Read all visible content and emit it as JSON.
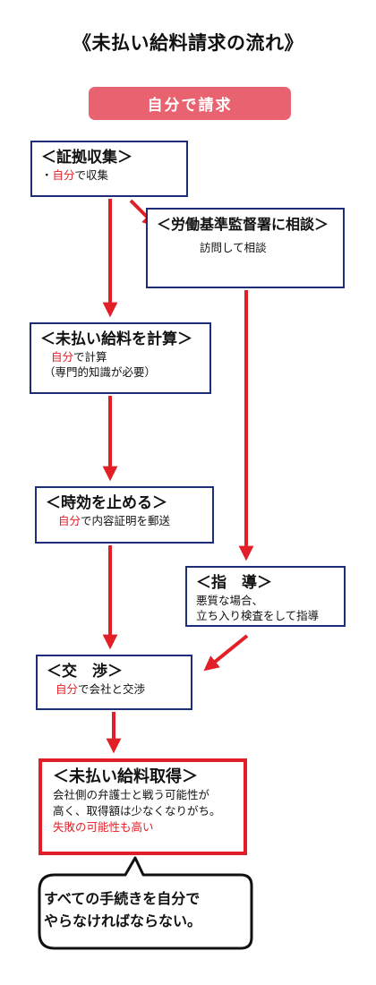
{
  "title": "《未払い給料請求の流れ》",
  "badge": "自分で請求",
  "colors": {
    "accent_red": "#e21f26",
    "badge_pink": "#e8636f",
    "box_border": "#1e2d78"
  },
  "steps": {
    "collect": {
      "heading": "＜証拠収集＞",
      "line1_prefix": "・",
      "line1_red": "自分",
      "line1_rest": "で収集"
    },
    "labor_office": {
      "heading": "＜労働基準監督署に相談＞",
      "line1": "訪問して相談"
    },
    "calculate": {
      "heading": "＜未払い給料を計算＞",
      "line1_red": "自分",
      "line1_rest": "で計算",
      "line2": "（専門的知識が必要）"
    },
    "stop_limitation": {
      "heading": "＜時効を止める＞",
      "line1_red": "自分",
      "line1_rest": "で内容証明を郵送"
    },
    "guidance": {
      "heading": "＜指　導＞",
      "line1": "悪質な場合、",
      "line2": "立ち入り検査をして指導"
    },
    "negotiate": {
      "heading": "＜交　渉＞",
      "line1_red": "自分",
      "line1_rest": "で会社と交渉"
    },
    "obtain": {
      "heading": "＜未払い給料取得＞",
      "line1": "会社側の弁護士と戦う可能性が",
      "line2": "高く、取得額は少なくなりがち。",
      "line3_red": "失敗の可能性も高い"
    }
  },
  "callout": {
    "line1": "すべての手続きを自分で",
    "line2": "やらなければならない。"
  }
}
